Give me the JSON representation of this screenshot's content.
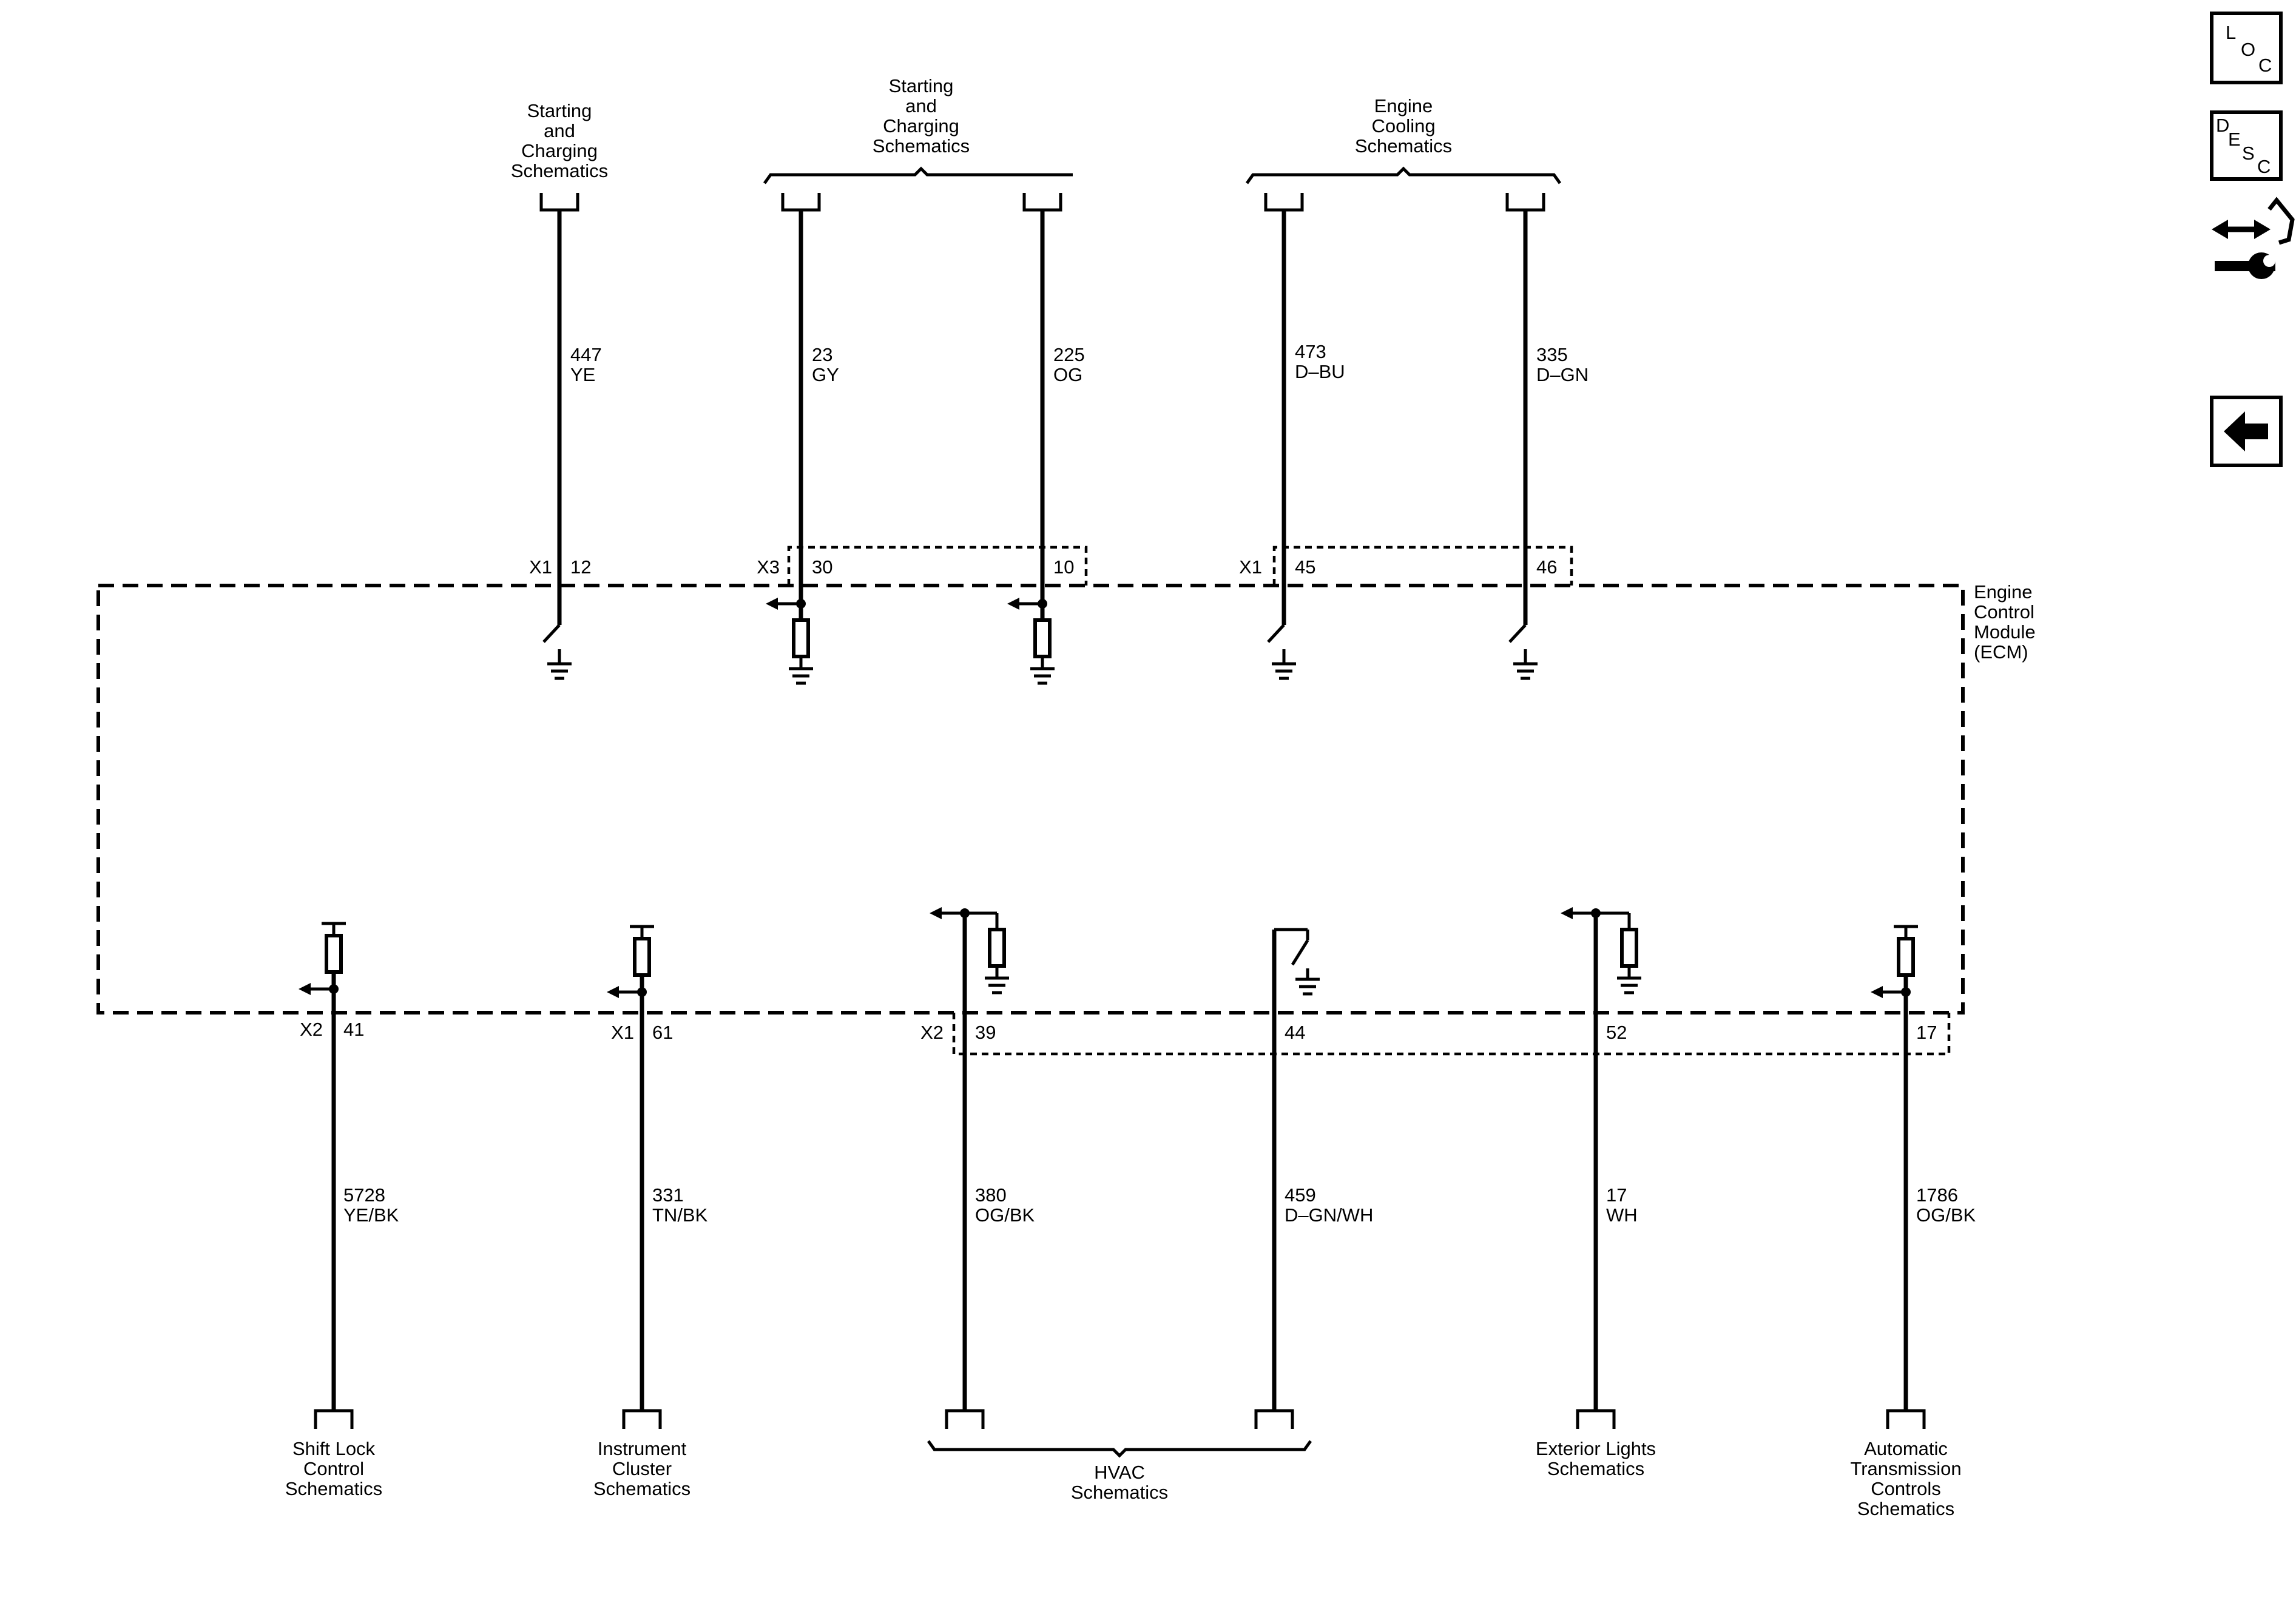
{
  "top_connections": [
    {
      "wire": "447",
      "color": "YE",
      "connector": "X1",
      "pin": "12",
      "to": [
        "Starting",
        "and",
        "Charging",
        "Schematics"
      ]
    },
    {
      "wire": "23",
      "color": "GY",
      "connector": "X3",
      "pin": "30"
    },
    {
      "wire": "225",
      "color": "OG",
      "connector": "",
      "pin": "10"
    },
    {
      "wire": "473",
      "color": "D–BU",
      "connector": "X1",
      "pin": "45"
    },
    {
      "wire": "335",
      "color": "D–GN",
      "connector": "",
      "pin": "46"
    }
  ],
  "top_groups": [
    {
      "label": [
        "Starting",
        "and",
        "Charging",
        "Schematics"
      ]
    },
    {
      "label": [
        "Engine",
        "Cooling",
        "Schematics"
      ]
    }
  ],
  "bottom_connections": [
    {
      "wire": "5728",
      "color": "YE/BK",
      "connector": "X2",
      "pin": "41",
      "to": [
        "Shift Lock",
        "Control",
        "Schematics"
      ]
    },
    {
      "wire": "331",
      "color": "TN/BK",
      "connector": "X1",
      "pin": "61",
      "to": [
        "Instrument",
        "Cluster",
        "Schematics"
      ]
    },
    {
      "wire": "380",
      "color": "OG/BK",
      "connector": "X2",
      "pin": "39"
    },
    {
      "wire": "459",
      "color": "D–GN/WH",
      "connector": "",
      "pin": "44"
    },
    {
      "wire": "17",
      "color": "WH",
      "connector": "",
      "pin": "52",
      "to": [
        "Exterior Lights",
        "Schematics"
      ]
    },
    {
      "wire": "1786",
      "color": "OG/BK",
      "connector": "",
      "pin": "17",
      "to": [
        "Automatic",
        "Transmission",
        "Controls",
        "Schematics"
      ]
    }
  ],
  "bottom_groups": [
    {
      "label": [
        "HVAC",
        "Schematics"
      ]
    }
  ],
  "module": {
    "label": [
      "Engine",
      "Control",
      "Module",
      "(ECM)"
    ]
  },
  "nav": {
    "loc": {
      "l": "L",
      "o": "O",
      "c": "C",
      "icon": "loc-icon"
    },
    "desc": {
      "d": "D",
      "e": "E",
      "s": "S",
      "c": "C",
      "icon": "desc-icon"
    },
    "connector_icon": "connector-wrench-icon",
    "back_icon": "back-arrow-icon"
  }
}
